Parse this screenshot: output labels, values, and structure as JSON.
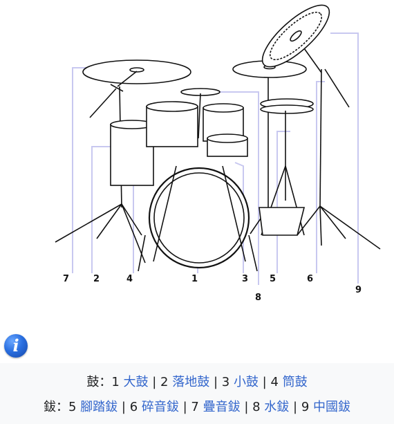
{
  "diagram": {
    "callouts": [
      "7",
      "2",
      "4",
      "1",
      "3",
      "5",
      "6",
      "8",
      "9"
    ]
  },
  "info_icon": {
    "glyph": "i",
    "icon": "info-icon"
  },
  "caption": {
    "drums": {
      "prefix": "鼓：",
      "items": [
        {
          "num": "1",
          "label": "大鼓"
        },
        {
          "num": "2",
          "label": "落地鼓"
        },
        {
          "num": "3",
          "label": "小鼓"
        },
        {
          "num": "4",
          "label": "筒鼓"
        }
      ]
    },
    "cymbals": {
      "prefix": "鈸：",
      "items": [
        {
          "num": "5",
          "label": "腳踏鈸"
        },
        {
          "num": "6",
          "label": "碎音鈸"
        },
        {
          "num": "7",
          "label": "疊音鈸"
        },
        {
          "num": "8",
          "label": "水鈸"
        },
        {
          "num": "9",
          "label": "中國鈸"
        }
      ]
    },
    "separator": " | "
  },
  "colors": {
    "link": "#3366cc",
    "caption_bg": "#f8f9fa",
    "callout_line": "#c8c8f0"
  }
}
